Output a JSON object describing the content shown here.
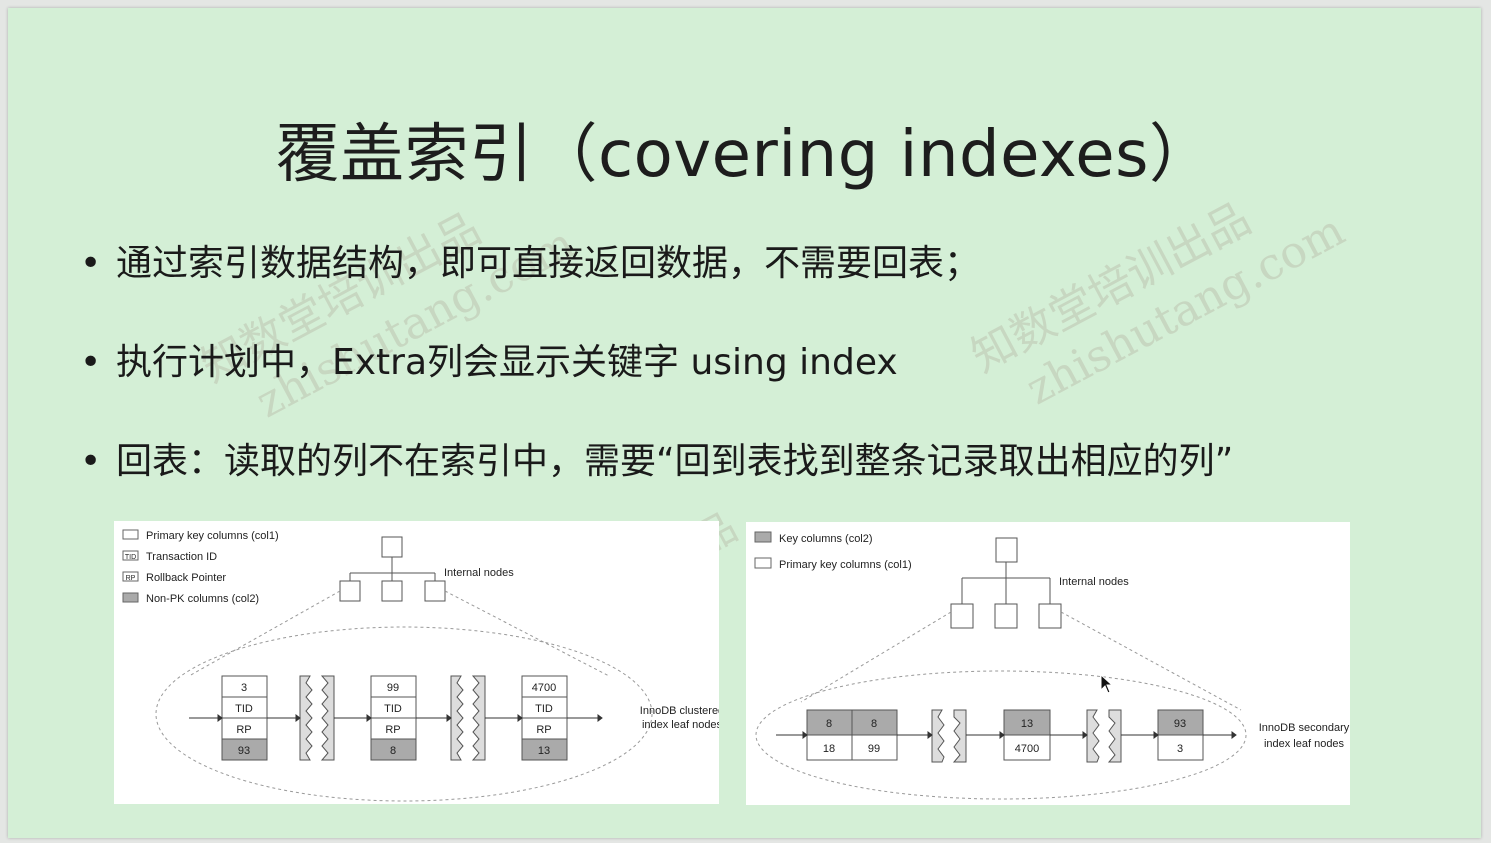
{
  "slide": {
    "title": "覆盖索引（covering indexes）",
    "bullets": [
      "通过索引数据结构，即可直接返回数据，不需要回表；",
      "执行计划中，Extra列会显示关键字 using index",
      "回表：读取的列不在索引中，需要“回到表找到整条记录取出相应的列”"
    ],
    "watermarks": [
      "知数堂培训出品",
      "zhishutang.com",
      "知数堂培训出品",
      "zhishutang.com",
      "出品"
    ]
  },
  "diagram_left": {
    "legend": [
      "Primary key columns (col1)",
      "Transaction ID",
      "Rollback Pointer",
      "Non-PK columns (col2)"
    ],
    "legend_icons": [
      "",
      "TID",
      "RP",
      ""
    ],
    "internal_label": "Internal nodes",
    "leaf_label_1": "InnoDB clustered",
    "leaf_label_2": "index leaf nodes",
    "records": [
      [
        "3",
        "TID",
        "RP",
        "93"
      ],
      [
        "99",
        "TID",
        "RP",
        "8"
      ],
      [
        "4700",
        "TID",
        "RP",
        "13"
      ]
    ]
  },
  "diagram_right": {
    "legend": [
      "Key columns (col2)",
      "Primary key columns (col1)"
    ],
    "internal_label": "Internal nodes",
    "leaf_label_1": "InnoDB secondary",
    "leaf_label_2": "index leaf nodes",
    "cells_top": [
      "8",
      "8",
      "13",
      "93"
    ],
    "cells_bottom": [
      "18",
      "99",
      "4700",
      "3"
    ]
  }
}
